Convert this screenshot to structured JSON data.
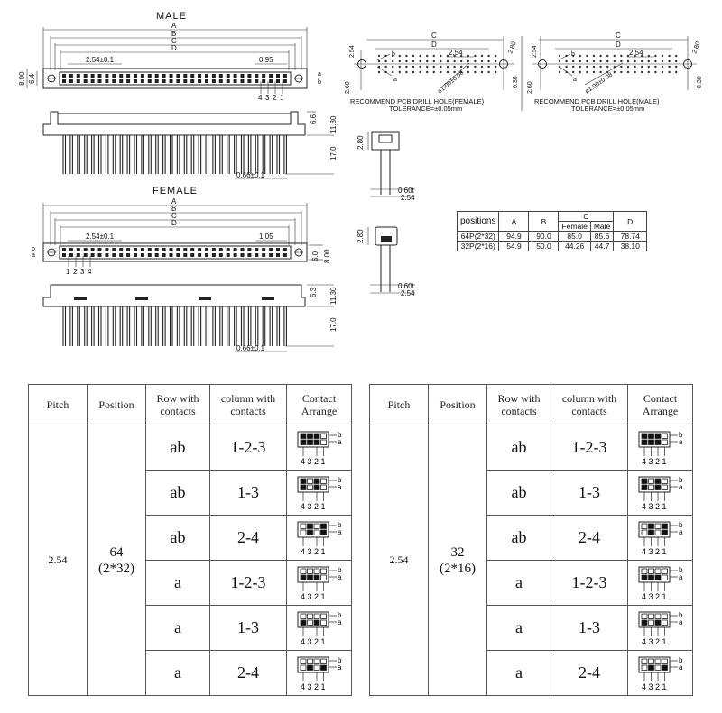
{
  "drawing": {
    "male_title": "MALE",
    "female_title": "FEMALE",
    "dim_letters": {
      "a": "A",
      "b": "B",
      "c": "C",
      "d": "D"
    },
    "pitch_dim": "2.54±0.1",
    "male_small_dim": "0.95",
    "female_small_dim": "1.05",
    "pin_width_dim": "0.66±0.1",
    "dim_8_00": "8.00",
    "dim_6_4": "6.4",
    "dim_6_0": "6.0",
    "dim_8_00_b": "8.00",
    "dim_6_6": "6.6",
    "dim_6_3": "6.3",
    "dim_11_30": "11.30",
    "dim_17_0": "17.0",
    "dim_2_80": "2.80",
    "dim_0_60t": "0.60t",
    "dim_2_54": "2.54",
    "row_label_a": "a",
    "row_label_b": "b",
    "pin_numbers_male": [
      "4",
      "3",
      "2",
      "1"
    ],
    "pin_numbers_female": [
      "1",
      "2",
      "3",
      "4"
    ],
    "drill_dim_hole": "2.80",
    "drill_dim_diag": "ø1.00±0.08",
    "drill_dim_2_60": "2.60",
    "drill_dim_0_30": "0.30",
    "drill_dim_2_54": "2.54",
    "drill_female_caption": "RECOMMEND PCB DRILL HOLE(FEMALE)",
    "drill_male_caption": "RECOMMEND PCB DRILL HOLE(MALE)",
    "tolerance": "TOLERANCE=±0.05mm"
  },
  "positions_table": {
    "header": {
      "positions": "positions",
      "a": "A",
      "b": "B",
      "c": "C",
      "c_female": "Female",
      "c_male": "Male",
      "d": "D"
    },
    "rows": [
      {
        "pos": "64P(2*32)",
        "a": "94.9",
        "b": "90.0",
        "cf": "85.0",
        "cm": "85.6",
        "d": "78.74"
      },
      {
        "pos": "32P(2*16)",
        "a": "54.9",
        "b": "50.0",
        "cf": "44.26",
        "cm": "44.7",
        "d": "38.10"
      }
    ]
  },
  "spec_tables": [
    {
      "headers": {
        "pitch": "Pitch",
        "position": "Position",
        "row_l1": "Row with",
        "row_l2": "contacts",
        "col_l1": "column with",
        "col_l2": "contacts",
        "arr_l1": "Contact",
        "arr_l2": "Arrange"
      },
      "pitch": "2.54",
      "position_l1": "64",
      "position_l2": "(2*32)",
      "rows": [
        {
          "row": "ab",
          "col": "1-2-3",
          "filled_b": [
            1,
            1,
            1,
            0
          ],
          "filled_a": [
            1,
            1,
            1,
            0
          ]
        },
        {
          "row": "ab",
          "col": "1-3",
          "filled_b": [
            1,
            0,
            1,
            0
          ],
          "filled_a": [
            1,
            0,
            1,
            0
          ]
        },
        {
          "row": "ab",
          "col": "2-4",
          "filled_b": [
            0,
            1,
            0,
            1
          ],
          "filled_a": [
            0,
            1,
            0,
            1
          ]
        },
        {
          "row": "a",
          "col": "1-2-3",
          "filled_b": [
            0,
            0,
            0,
            0
          ],
          "filled_a": [
            1,
            1,
            1,
            0
          ]
        },
        {
          "row": "a",
          "col": "1-3",
          "filled_b": [
            0,
            0,
            0,
            0
          ],
          "filled_a": [
            1,
            0,
            1,
            0
          ]
        },
        {
          "row": "a",
          "col": "2-4",
          "filled_b": [
            0,
            0,
            0,
            0
          ],
          "filled_a": [
            0,
            1,
            0,
            1
          ]
        }
      ]
    },
    {
      "headers": {
        "pitch": "Pitch",
        "position": "Position",
        "row_l1": "Row with",
        "row_l2": "contacts",
        "col_l1": "column with",
        "col_l2": "contacts",
        "arr_l1": "Contact",
        "arr_l2": "Arrange"
      },
      "pitch": "2.54",
      "position_l1": "32",
      "position_l2": "(2*16)",
      "rows": [
        {
          "row": "ab",
          "col": "1-2-3",
          "filled_b": [
            1,
            1,
            1,
            0
          ],
          "filled_a": [
            1,
            1,
            1,
            0
          ]
        },
        {
          "row": "ab",
          "col": "1-3",
          "filled_b": [
            1,
            0,
            1,
            0
          ],
          "filled_a": [
            1,
            0,
            1,
            0
          ]
        },
        {
          "row": "ab",
          "col": "2-4",
          "filled_b": [
            0,
            1,
            0,
            1
          ],
          "filled_a": [
            0,
            1,
            0,
            1
          ]
        },
        {
          "row": "a",
          "col": "1-2-3",
          "filled_b": [
            0,
            0,
            0,
            0
          ],
          "filled_a": [
            1,
            1,
            1,
            0
          ]
        },
        {
          "row": "a",
          "col": "1-3",
          "filled_b": [
            0,
            0,
            0,
            0
          ],
          "filled_a": [
            1,
            0,
            1,
            0
          ]
        },
        {
          "row": "a",
          "col": "2-4",
          "filled_b": [
            0,
            0,
            0,
            0
          ],
          "filled_a": [
            0,
            1,
            0,
            1
          ]
        }
      ]
    }
  ],
  "contact_icon": {
    "label_b": "b",
    "label_a": "a",
    "numbers": [
      "4",
      "3",
      "2",
      "1"
    ]
  }
}
